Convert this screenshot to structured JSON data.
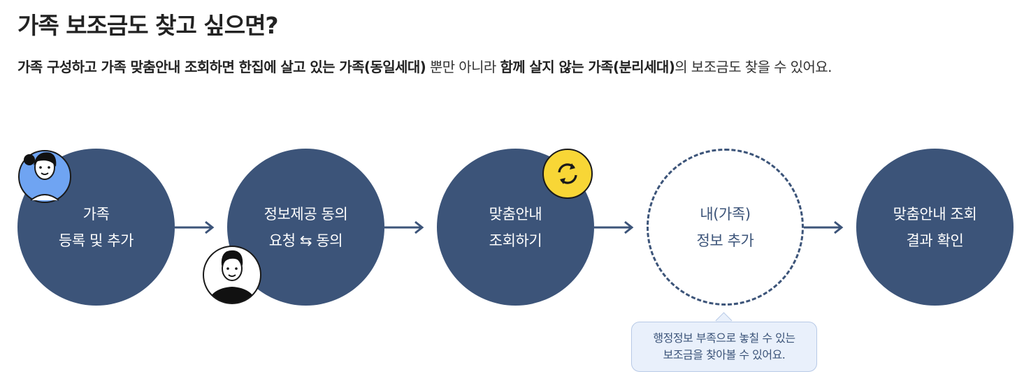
{
  "header": {
    "title": "가족 보조금도 찾고 싶으면?",
    "subtitle": {
      "p1": "가족 구성하고 가족 맞춤안내 조회하면 한집에 살고 있는 가족(동일세대)",
      "p2": " 뿐만 아니라 ",
      "p3": "함께 살지 않는 가족(분리세대)",
      "p4": "의 보조금도 찾을 수 있어요."
    }
  },
  "steps": [
    {
      "line1": "가족",
      "line2": "등록 및 추가"
    },
    {
      "line1": "정보제공 동의",
      "line2": "요청 ⇆ 동의"
    },
    {
      "line1": "맞춤안내",
      "line2": "조회하기"
    },
    {
      "line1": "내(가족)",
      "line2": "정보 추가"
    },
    {
      "line1": "맞춤안내 조회",
      "line2": "결과 확인"
    }
  ],
  "tooltip": {
    "line1": "행정정보 부족으로 놓칠 수 있는",
    "line2": "보조금을 찾아볼 수 있어요."
  },
  "colors": {
    "step_fill": "#3c5479",
    "arrow": "#3c5479",
    "refresh_badge": "#f8d636",
    "avatar_woman_bg": "#6fa4f2",
    "tooltip_bg": "#e9f0fb"
  },
  "icons": [
    "woman-avatar-icon",
    "man-avatar-icon",
    "refresh-icon",
    "arrow-right-icon"
  ]
}
